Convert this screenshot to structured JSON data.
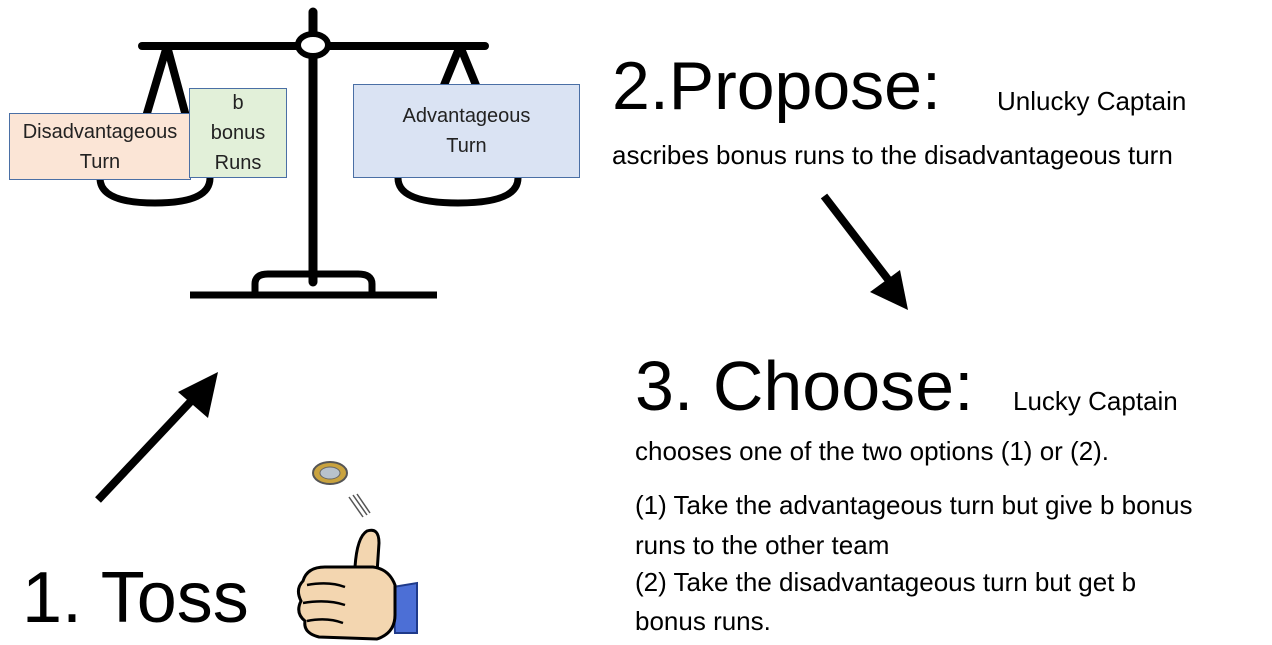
{
  "scale": {
    "boxes": {
      "disadvantageous": "Disadvantageous\nTurn",
      "bonus": "b\nbonus\nRuns",
      "advantageous": "Advantageous\nTurn"
    },
    "colors": {
      "disadvantageous": "#fbe5d6",
      "bonus": "#e2f0d9",
      "advantageous": "#dae3f3",
      "border": "#4a6fa5"
    }
  },
  "step1": {
    "title": "1.  Toss"
  },
  "step2": {
    "title": "2.Propose:",
    "subtitle": "Unlucky Captain",
    "line": "ascribes bonus runs to the disadvantageous turn"
  },
  "step3": {
    "title": "3.  Choose:",
    "subtitle": "Lucky Captain",
    "line": "chooses one of the two options (1) or (2).",
    "options": [
      "(1) Take the advantageous turn but give b bonus",
      "runs to the other team",
      "(2) Take the disadvantageous turn but get b",
      "bonus runs."
    ]
  }
}
